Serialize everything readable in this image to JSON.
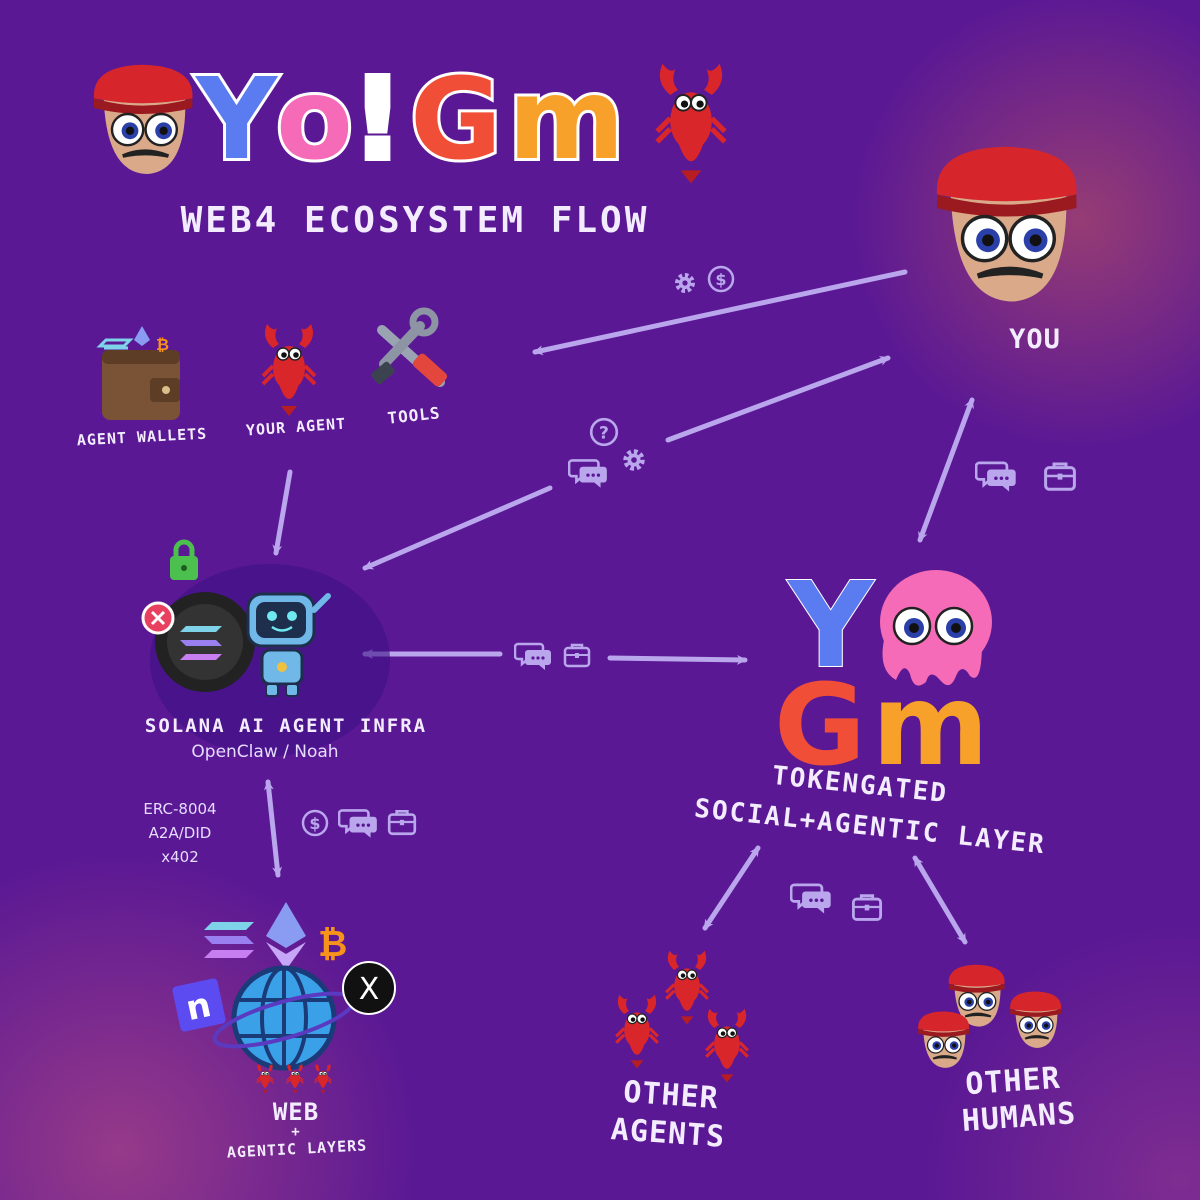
{
  "logo_text": "Yo!Gm",
  "subtitle": "WEB4 ECOSYSTEM FLOW",
  "nodes": {
    "you": "YOU",
    "agent_wallets": "AGENT WALLETS",
    "your_agent": "YOUR AGENT",
    "tools": "TOOLS",
    "solana_infra": "SOLANA AI AGENT INFRA",
    "solana_infra_sub": "OpenClaw / Noah",
    "yogm_logo": "YoGm",
    "social_layer_line1": "TOKENGATED",
    "social_layer_line2": "SOCIAL+AGENTIC LAYER",
    "web_title": "WEB",
    "web_plus": "+",
    "web_sub": "AGENTIC LAYERS",
    "other_agents_line1": "OTHER",
    "other_agents_line2": "AGENTS",
    "other_humans_line1": "OTHER",
    "other_humans_line2": "HUMANS"
  },
  "protocols": [
    "ERC-8004",
    "A2A/DID",
    "x402"
  ],
  "icons": [
    "gear-icon",
    "dollar-icon",
    "question-icon",
    "chat-icon",
    "briefcase-icon",
    "lock-icon",
    "close-icon",
    "solana-icon",
    "ethereum-icon",
    "bitcoin-icon",
    "x-icon",
    "globe-icon",
    "robot-icon",
    "lobster-icon",
    "wallet-icon",
    "wrench-icon"
  ],
  "colors": {
    "background": "#5a1894",
    "arrow": "#b9a6ec",
    "logo_y": "#5b7cf0",
    "logo_o": "#f56bb7",
    "logo_g": "#f04e37",
    "logo_m": "#f7a12a",
    "cap_red": "#d6262b",
    "skin": "#d9a98a",
    "lobster": "#d9262a"
  }
}
